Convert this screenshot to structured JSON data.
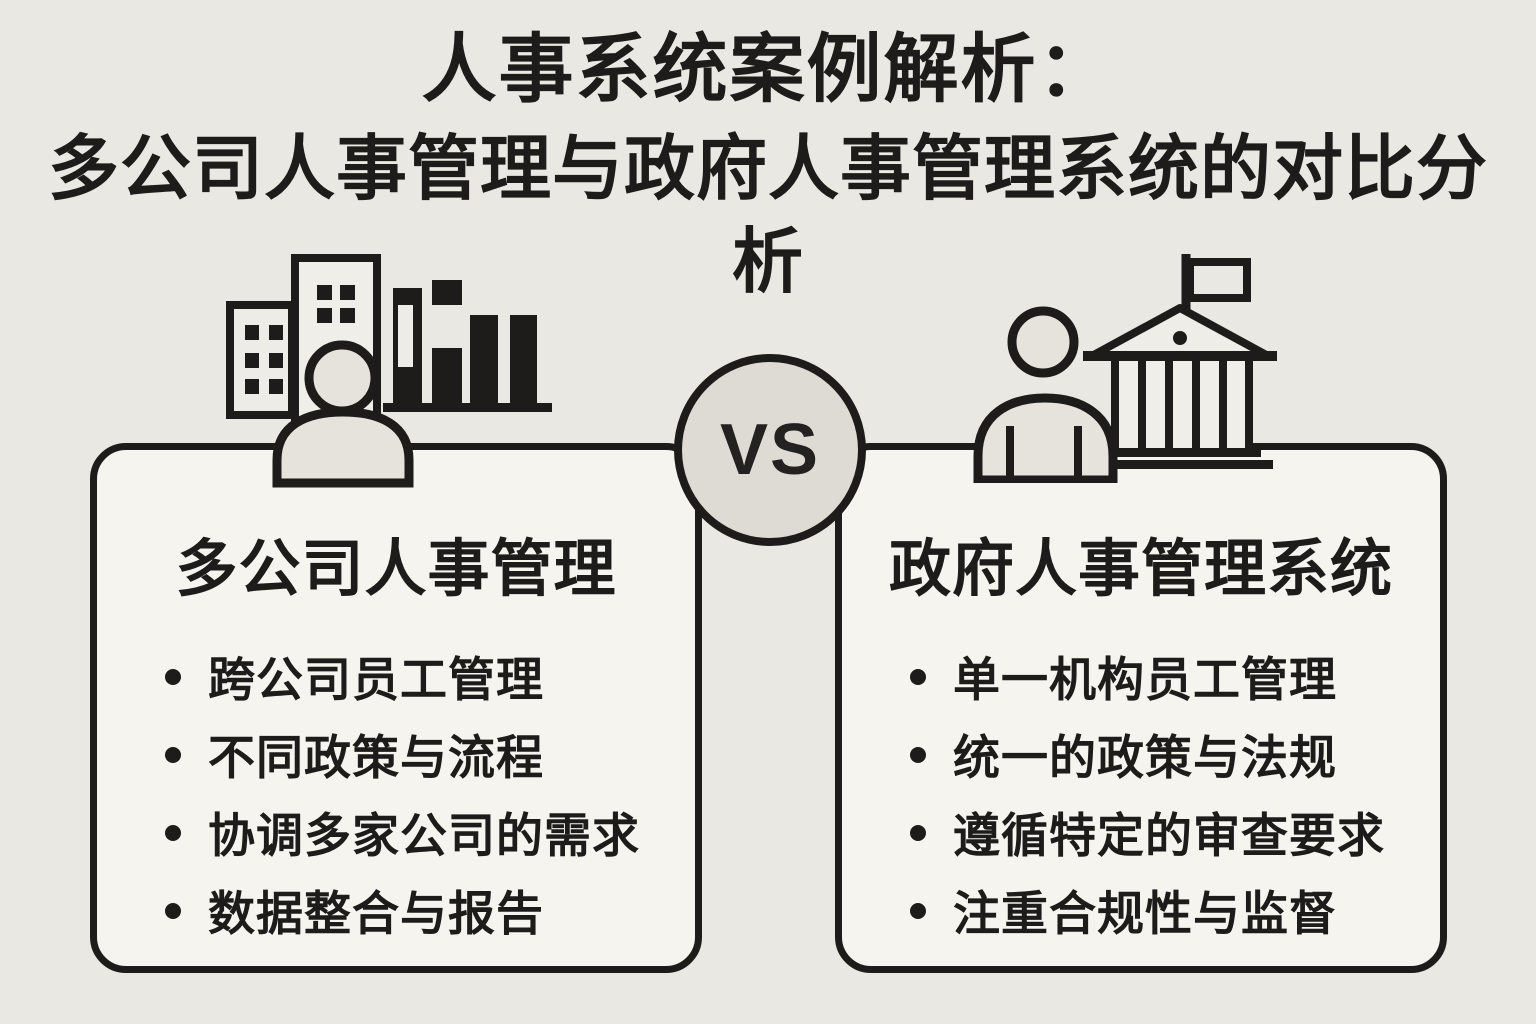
{
  "title": {
    "line1": "人事系统案例解析：",
    "line2": "多公司人事管理与政府人事管理系统的对比分析"
  },
  "vs": {
    "label": "VS"
  },
  "left_panel": {
    "heading": "多公司人事管理",
    "bullets": [
      "跨公司员工管理",
      "不同政策与流程",
      "协调多家公司的需求",
      "数据整合与报告"
    ]
  },
  "right_panel": {
    "heading": "政府人事管理系统",
    "bullets": [
      "单一机构员工管理",
      "统一的政策与法规",
      "遵循特定的审查要求",
      "注重合规性与监督"
    ]
  },
  "icons": {
    "left": "office-buildings-person-bar-chart",
    "right": "person-government-building-flag"
  },
  "colors": {
    "background": "#eae8e2",
    "panel_fill": "#f6f4ee",
    "ink": "#1d1c1a",
    "icon_person_fill": "#e6e3dd",
    "vs_fill": "#dedbd5"
  }
}
